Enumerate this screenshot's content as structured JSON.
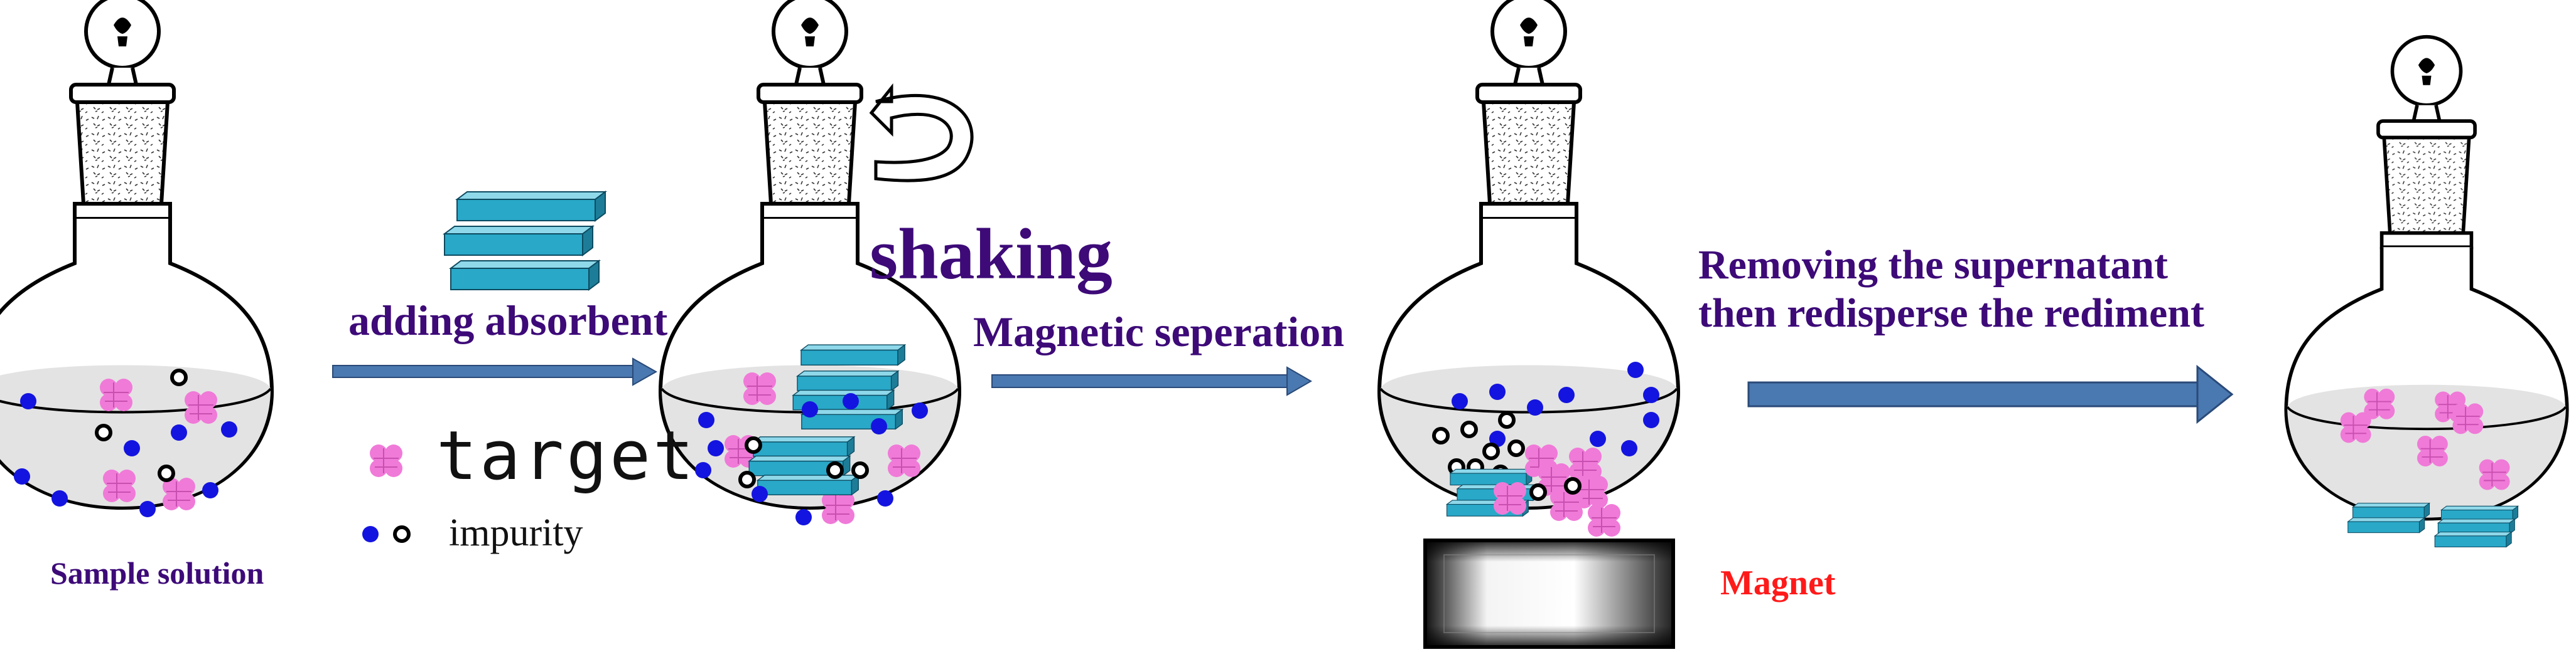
{
  "labels": {
    "sample_solution": "Sample solution",
    "adding_absorbent": "adding absorbent",
    "shaking": "shaking",
    "magnetic_separation": "Magnetic seperation",
    "removing_line1": "Removing the supernatant",
    "removing_line2": "then redisperse the rediment",
    "magnet": "Magnet"
  },
  "legend": {
    "target": "target",
    "impurity": "impurity"
  },
  "colors": {
    "text_purple": "#3d0a78",
    "magnet_red": "#ff1a1a",
    "arrow_blue": "#4a78b0",
    "absorbent_blue": "#29a8c8",
    "target_pink": "#f07ad8",
    "impurity_blue": "#1414e0",
    "liquid_gray": "#e3e3e3"
  },
  "icons": {
    "flask": "flask-icon",
    "absorbent": "absorbent-bars-icon",
    "target": "target-particle-icon",
    "impurity": "impurity-dot-icon",
    "rotate": "rotate-arrow-icon",
    "magnet": "magnet-block-icon"
  }
}
